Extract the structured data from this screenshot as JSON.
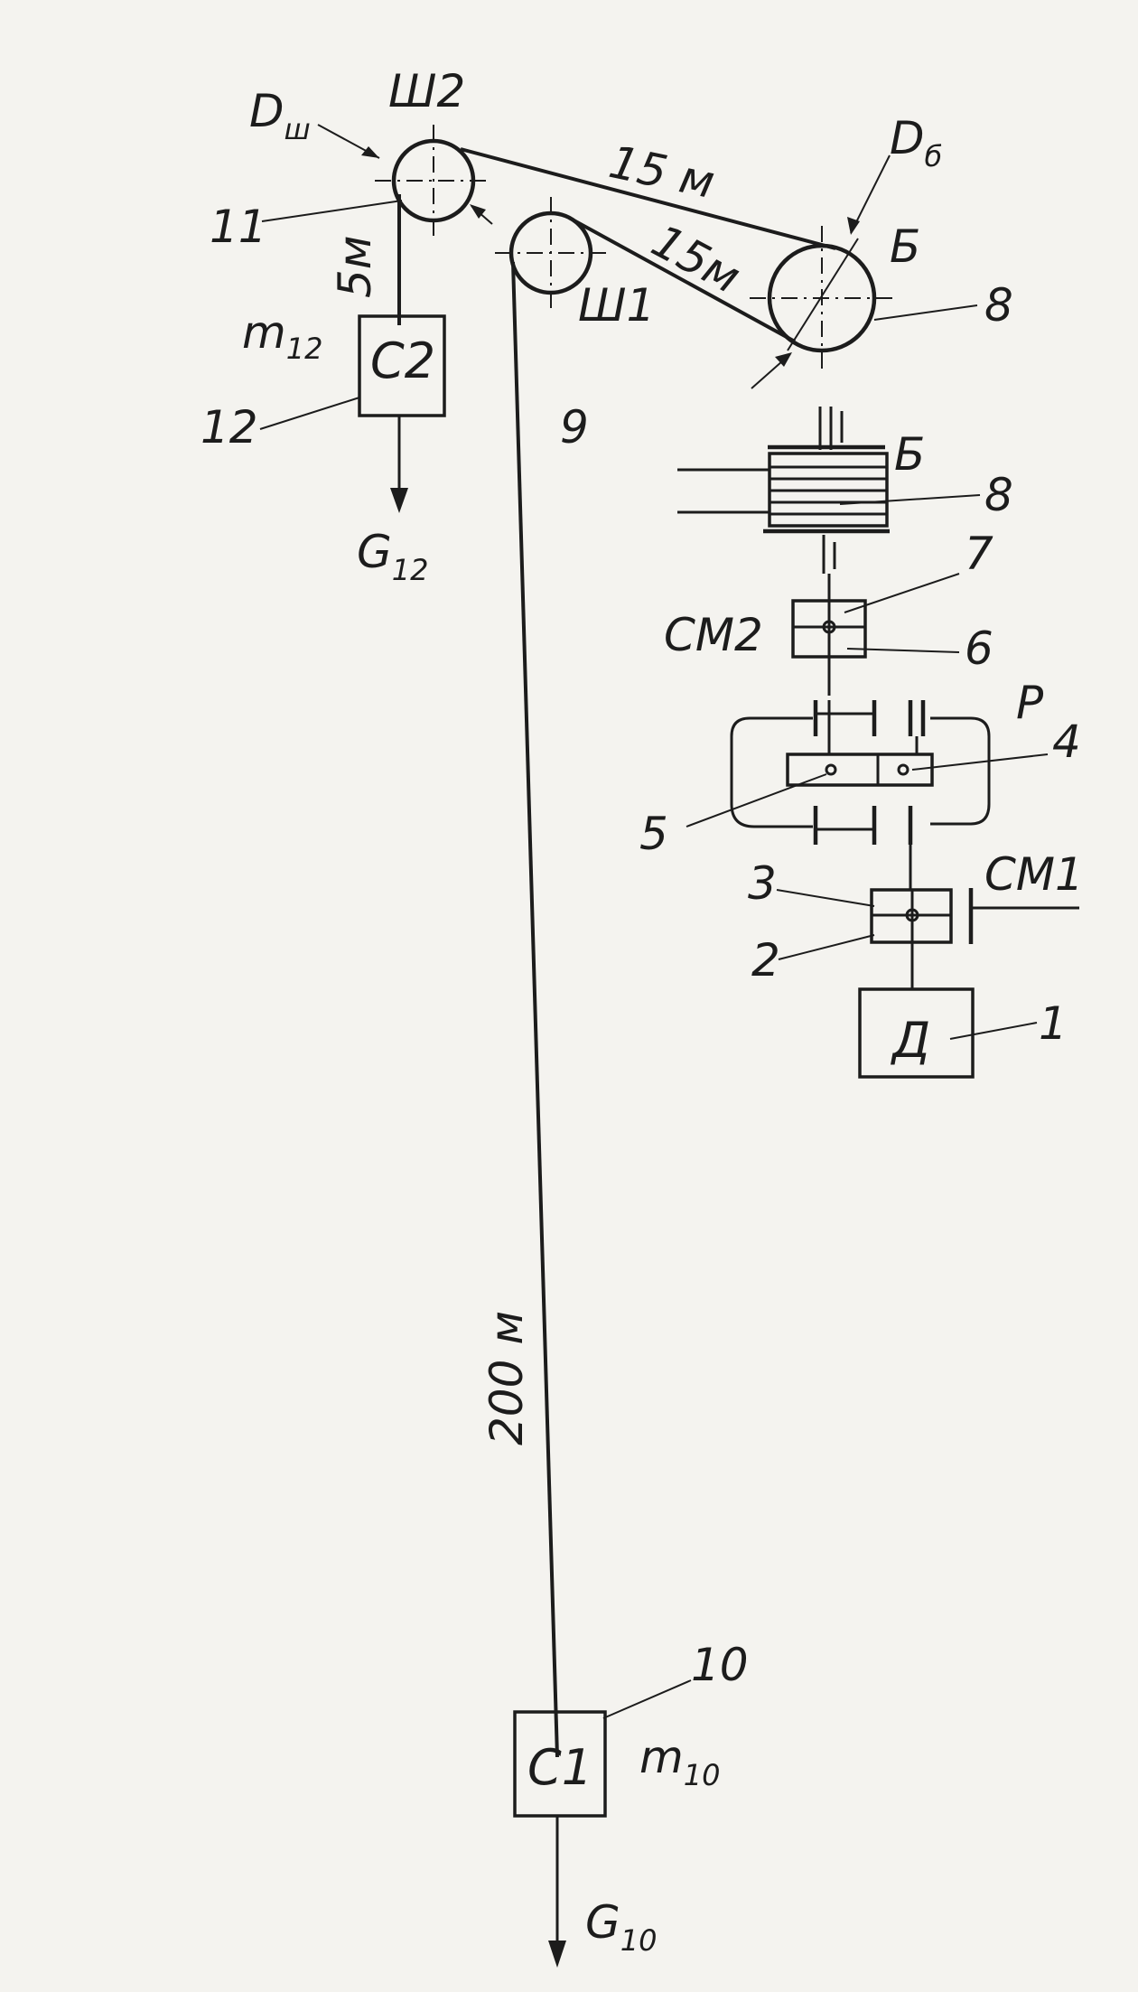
{
  "labels": {
    "d_sh": "D",
    "d_sh_sub": "ш",
    "sh2": "Ш2",
    "sh1": "Ш1",
    "len_top": "15 м",
    "len_mid": "15м",
    "len_5": "5м",
    "len_200": "200 м",
    "d_b": "D",
    "d_b_sub": "б",
    "b_top": "Б",
    "b_bottom": "Б",
    "n11": "11",
    "n8_top": "8",
    "n8_bottom": "8",
    "m12": "m",
    "m12_sub": "12",
    "c2": "С2",
    "n12": "12",
    "n9": "9",
    "g12": "G",
    "g12_sub": "12",
    "n7": "7",
    "cm2": "СМ2",
    "n6": "6",
    "p": "Р",
    "n4": "4",
    "n5": "5",
    "n3": "3",
    "cm1": "СМ1",
    "n2": "2",
    "d_motor": "Д",
    "n1": "1",
    "n10": "10",
    "c1": "С1",
    "m10": "m",
    "m10_sub": "10",
    "g10": "G",
    "g10_sub": "10"
  },
  "colors": {
    "ink": "#1c1c1c",
    "paper": "#f4f3ef"
  }
}
